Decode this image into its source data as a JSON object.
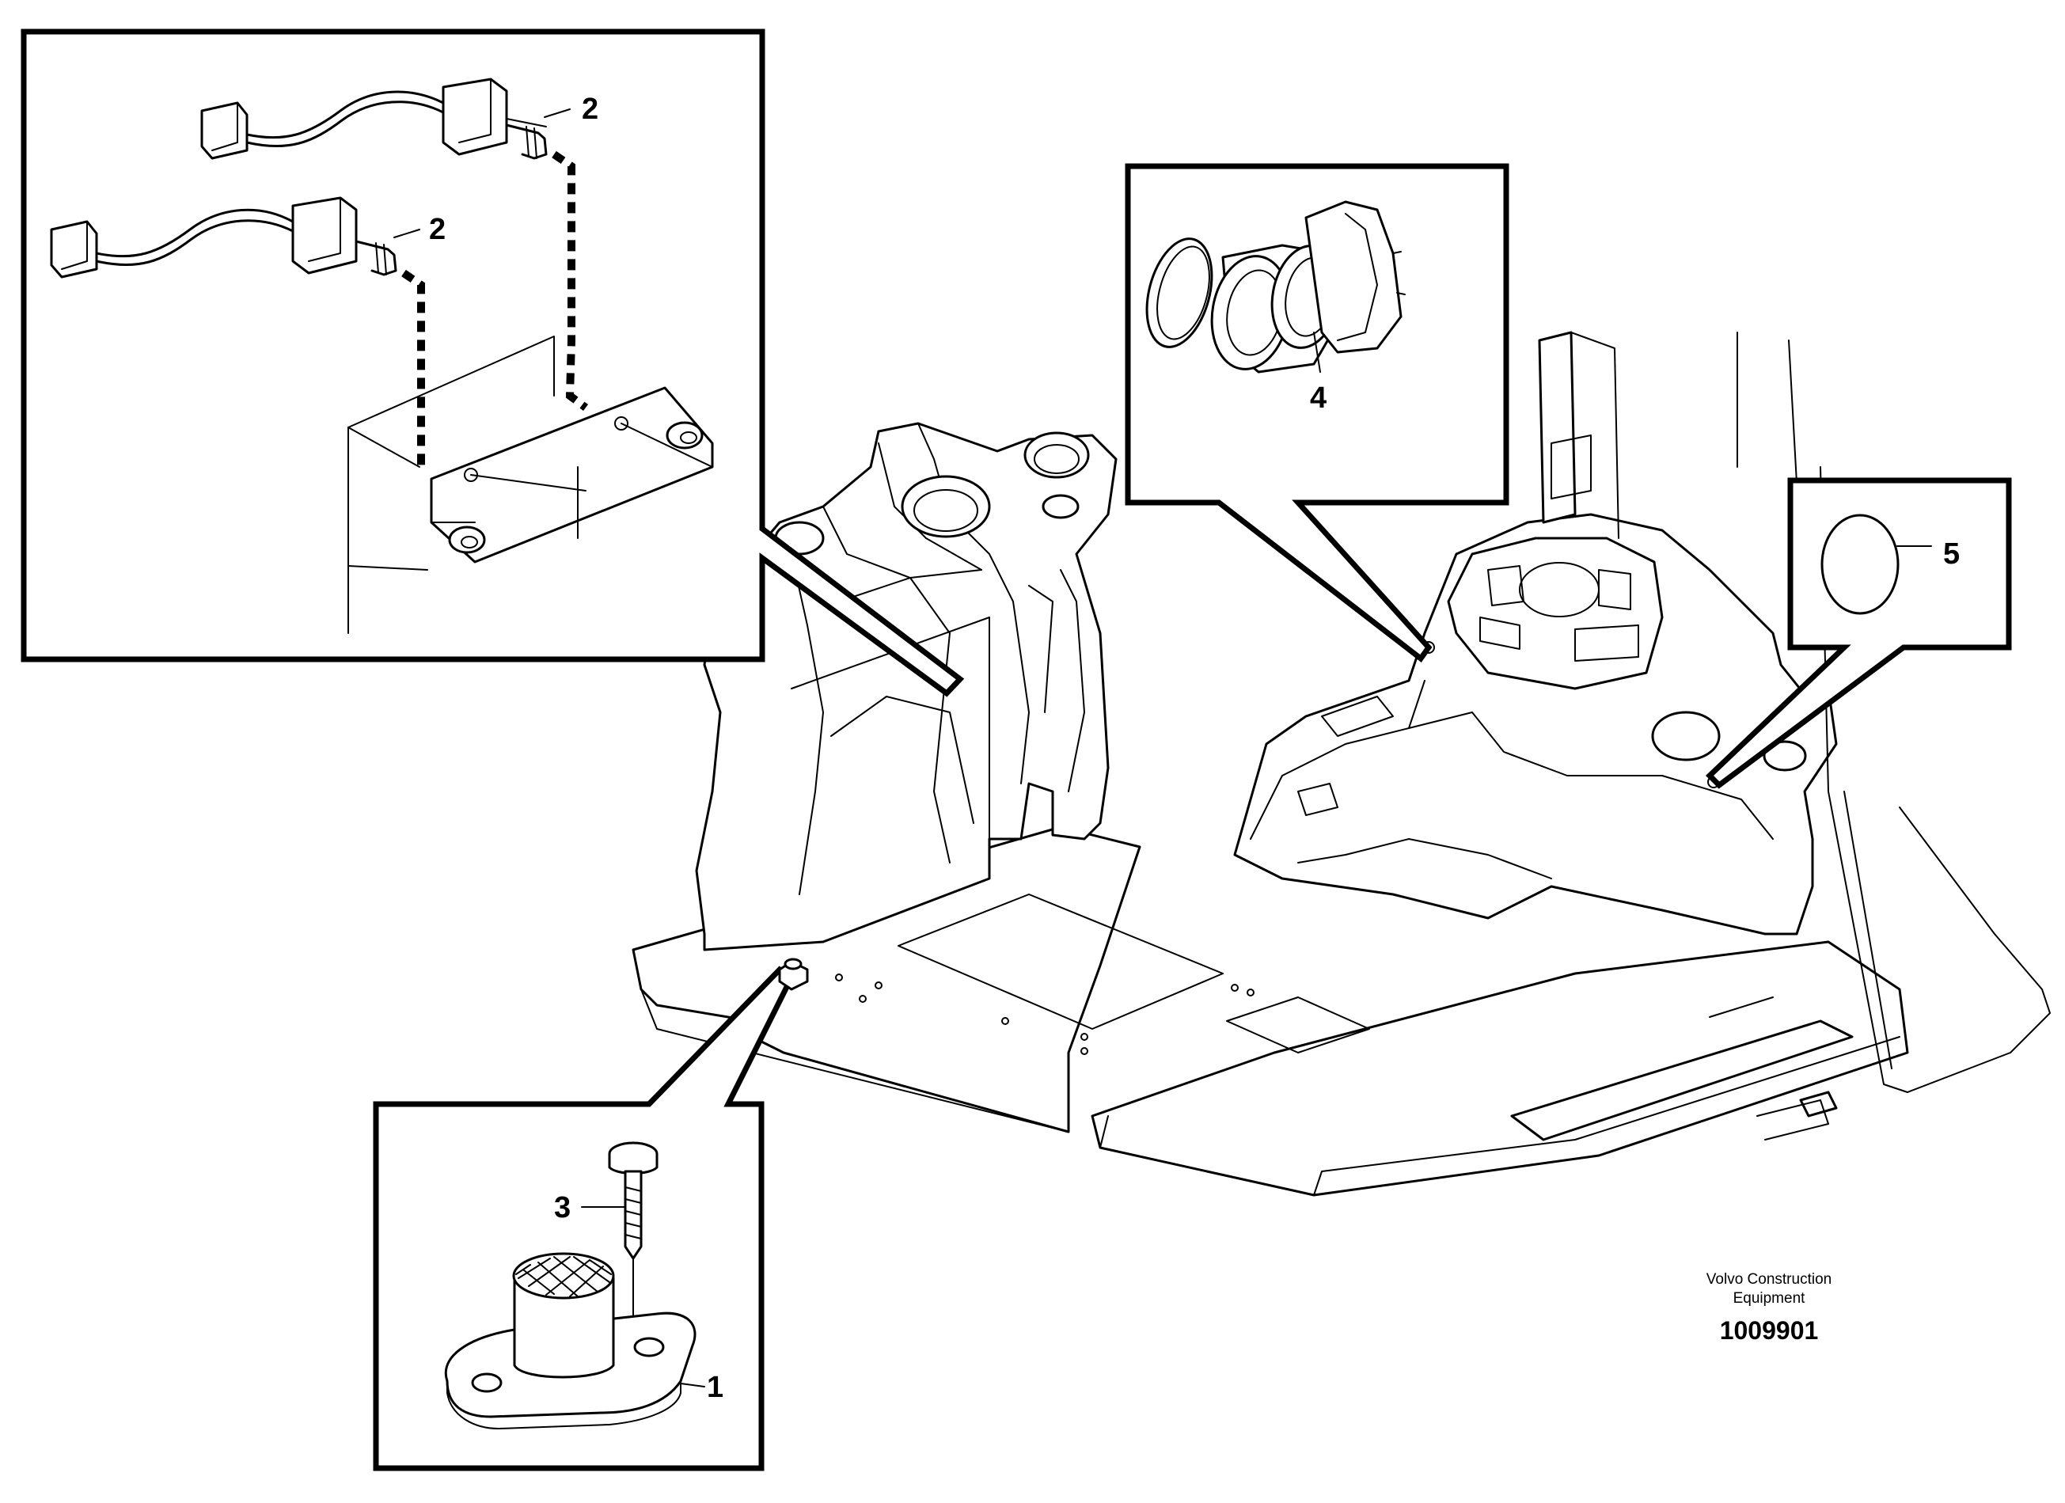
{
  "diagram": {
    "callouts": [
      {
        "id": "part-1",
        "label": "1"
      },
      {
        "id": "part-2a",
        "label": "2"
      },
      {
        "id": "part-2b",
        "label": "2"
      },
      {
        "id": "part-3",
        "label": "3"
      },
      {
        "id": "part-4",
        "label": "4"
      },
      {
        "id": "part-5",
        "label": "5"
      }
    ],
    "maker_line1": "Volvo Construction",
    "maker_line2": "Equipment",
    "document_number": "1009901"
  },
  "colors": {
    "line": "#000000",
    "background": "#ffffff"
  }
}
